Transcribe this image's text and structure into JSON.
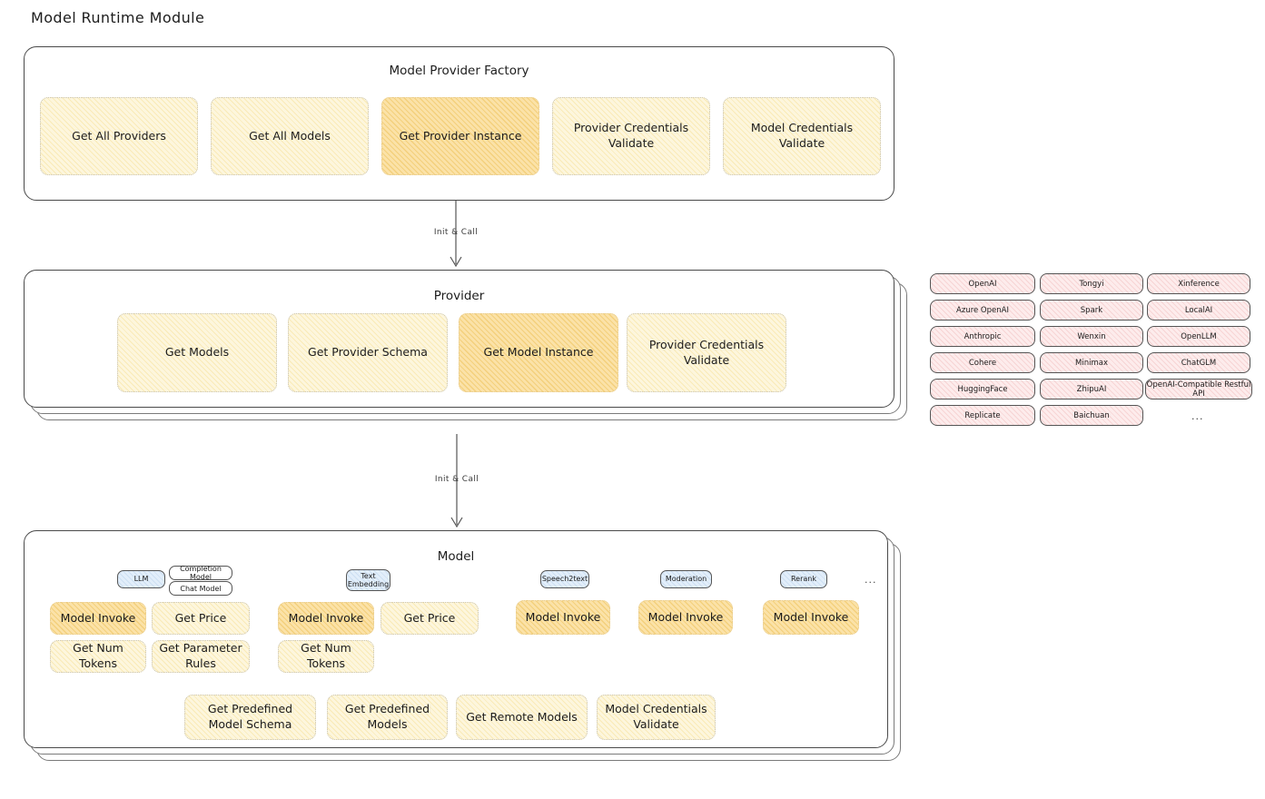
{
  "page": {
    "title": "Model Runtime Module"
  },
  "factory": {
    "title": "Model Provider Factory",
    "methods": [
      {
        "label": "Get All Providers",
        "highlight": false
      },
      {
        "label": "Get All Models",
        "highlight": false
      },
      {
        "label": "Get Provider Instance",
        "highlight": true
      },
      {
        "label": "Provider Credentials Validate",
        "highlight": false
      },
      {
        "label": "Model Credentials Validate",
        "highlight": false
      }
    ]
  },
  "arrows": [
    {
      "label": "Init & Call"
    },
    {
      "label": "Init & Call"
    }
  ],
  "provider": {
    "title": "Provider",
    "methods": [
      {
        "label": "Get Models",
        "highlight": false
      },
      {
        "label": "Get Provider Schema",
        "highlight": false
      },
      {
        "label": "Get Model Instance",
        "highlight": true
      },
      {
        "label": "Provider Credentials Validate",
        "highlight": false
      }
    ]
  },
  "provider_list": {
    "column1": [
      "OpenAI",
      "Azure OpenAI",
      "Anthropic",
      "Cohere",
      "HuggingFace",
      "Replicate"
    ],
    "column2": [
      "Tongyi",
      "Spark",
      "Wenxin",
      "Minimax",
      "ZhipuAI",
      "Baichuan"
    ],
    "column3": [
      "Xinference",
      "LocalAI",
      "OpenLLM",
      "ChatGLM",
      "OpenAI-Compatible Restful API"
    ],
    "more": "..."
  },
  "model": {
    "title": "Model",
    "more": "...",
    "types": [
      {
        "name": "LLM",
        "subtypes": [
          "Completion Model",
          "Chat Model"
        ],
        "methods": [
          "Model Invoke",
          "Get Price",
          "Get Num Tokens",
          "Get Parameter Rules"
        ]
      },
      {
        "name": "Text Embedding",
        "subtypes": [],
        "methods": [
          "Model Invoke",
          "Get Price",
          "Get Num Tokens"
        ]
      },
      {
        "name": "Speech2text",
        "subtypes": [],
        "methods": [
          "Model Invoke"
        ]
      },
      {
        "name": "Moderation",
        "subtypes": [],
        "methods": [
          "Model Invoke"
        ]
      },
      {
        "name": "Rerank",
        "subtypes": [],
        "methods": [
          "Model Invoke"
        ]
      }
    ],
    "common_methods": [
      "Get Predefined Model Schema",
      "Get Predefined Models",
      "Get Remote Models",
      "Model Credentials Validate"
    ]
  },
  "colors": {
    "hatch_yellow": "#fdf6dd",
    "hatch_yellow_highlight": "#fbe2a8",
    "chip_pink": "#fdecec",
    "chip_blue": "#e2eefa",
    "stroke": "#4a4a4a"
  }
}
